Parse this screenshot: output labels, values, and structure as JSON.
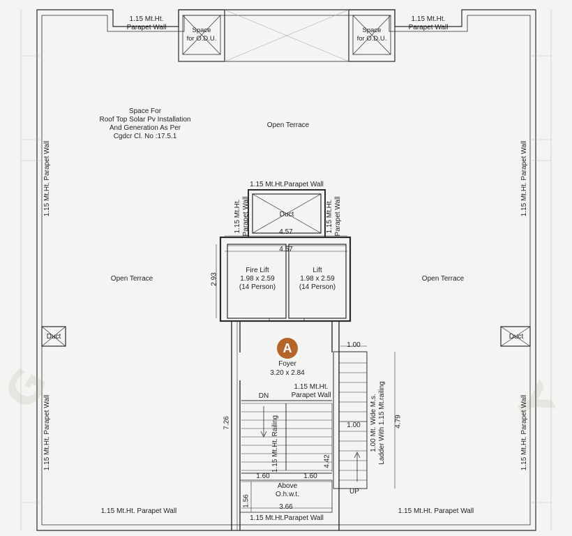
{
  "labels": {
    "parapet_top_left": "1.15 Mt.Ht.\nParapet Wall",
    "parapet_top_right": "1.15 Mt.Ht.\nParapet Wall",
    "odu_left": "Space\nfor O.D.U.",
    "odu_right": "Space\nfor O.D.U.",
    "solar_note": "Space For\nRoof Top Solar Pv Installation\nAnd Generation As Per\nCgdcr Cl. No :17.5.1",
    "open_terrace_top": "Open Terrace",
    "open_terrace_left": "Open Terrace",
    "open_terrace_right": "Open Terrace",
    "parapet_core_top": "1.15 Mt.Ht.Parapet Wall",
    "parapet_core_left": "1.15 Mt.Ht.\nParapet Wall",
    "parapet_core_right": "1.15 Mt.Ht.\nParapet Wall",
    "duct_core": "Duct",
    "duct_left": "Duct",
    "duct_right": "Duct",
    "dim_457_a": "4.57",
    "dim_457_b": "4.57",
    "dim_293": "2.93",
    "fire_lift": "Fire Lift\n1.98 x 2.59\n(14 Person)",
    "lift": "Lift\n1.98 x 2.59\n(14 Person)",
    "badge": "A",
    "foyer_title": "Foyer",
    "foyer_size": "3.20 x 2.84",
    "dim_100_top": "1.00",
    "dim_100_mid": "1.00",
    "parapet_stair": "1.15 Mt.Ht.\nParapet Wall",
    "dn": "DN",
    "railing": "1.15 Mt.Ht. Railing",
    "dim_726": "7.26",
    "dim_442": "4.42",
    "dim_479": "4.79",
    "ladder_note": "1.00 Mt. Wide M.s.\nLadder With 1.15 Mt.railing",
    "dim_160_left": "1.60",
    "dim_160_right": "1.60",
    "above_ohwt": "Above\nO.h.w.t.",
    "up": "UP",
    "dim_156": "1.56",
    "dim_366": "3.66",
    "parapet_left_top": "1.15 Mt.Ht. Parapet Wall",
    "parapet_left_bottom": "1.15 Mt.Ht. Parapet Wall",
    "parapet_right_top": "1.15 Mt.Ht. Parapet Wall",
    "parapet_right_bottom": "1.15 Mt.Ht. Parapet Wall",
    "parapet_bottom_left": "1.15 Mt.Ht. Parapet Wall",
    "parapet_bottom_center": "1.15 Mt.Ht.Parapet Wall",
    "parapet_bottom_right": "1.15 Mt.Ht. Parapet Wall"
  }
}
